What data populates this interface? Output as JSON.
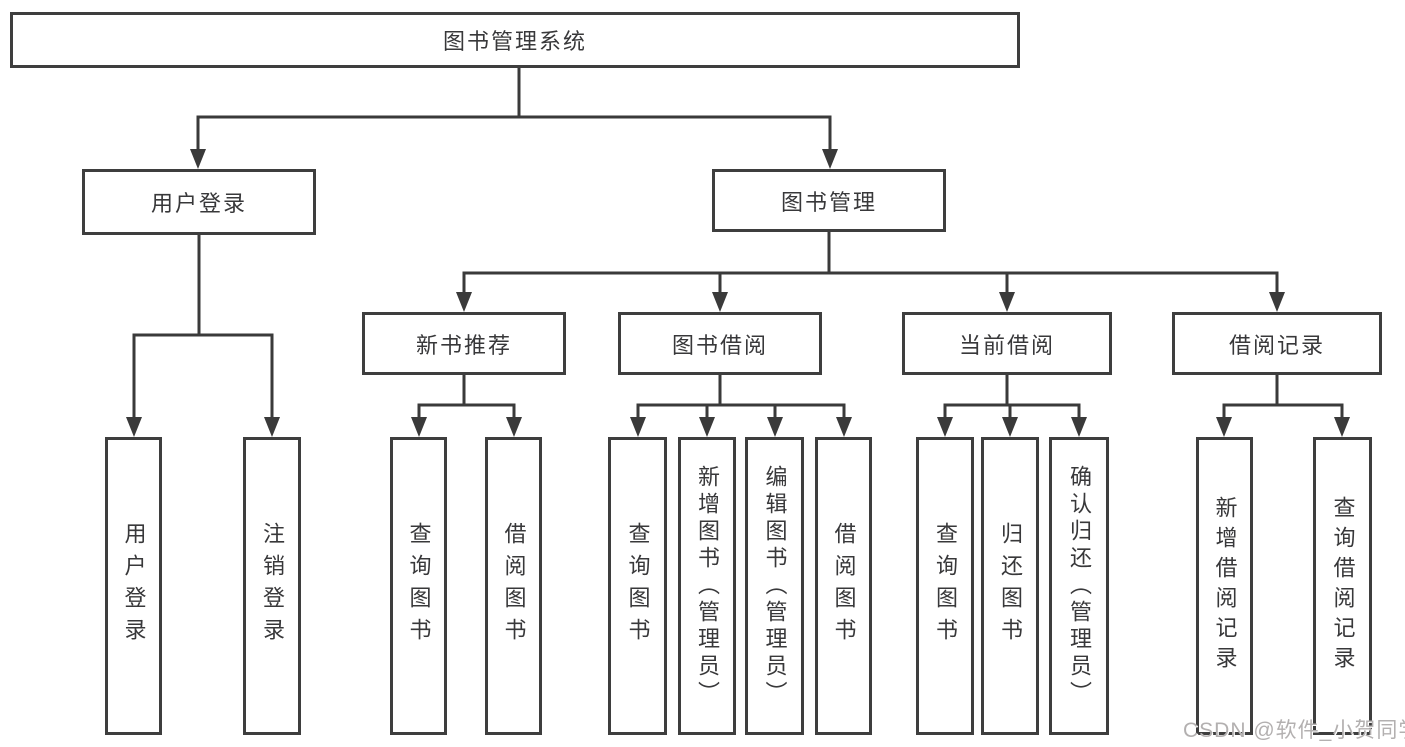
{
  "tree": {
    "label": "图书管理系统",
    "children": [
      {
        "label": "用户登录",
        "children": [
          {
            "label": "用户登录"
          },
          {
            "label": "注销登录"
          }
        ]
      },
      {
        "label": "图书管理",
        "children": [
          {
            "label": "新书推荐",
            "children": [
              {
                "label": "查询图书"
              },
              {
                "label": "借阅图书"
              }
            ]
          },
          {
            "label": "图书借阅",
            "children": [
              {
                "label": "查询图书"
              },
              {
                "label": "新增图书（管理员）"
              },
              {
                "label": "编辑图书（管理员）"
              },
              {
                "label": "借阅图书"
              }
            ]
          },
          {
            "label": "当前借阅",
            "children": [
              {
                "label": "查询图书"
              },
              {
                "label": "归还图书"
              },
              {
                "label": "确认归还（管理员）"
              }
            ]
          },
          {
            "label": "借阅记录",
            "children": [
              {
                "label": "新增借阅记录"
              },
              {
                "label": "查询借阅记录"
              }
            ]
          }
        ]
      }
    ]
  },
  "watermark": "CSDN @软件_小贺同学",
  "colors": {
    "line": "#3a3a3a",
    "box_border": "#3e3e3e",
    "text": "#38383a",
    "background": "#ffffff",
    "watermark": "#b3b0b0"
  }
}
